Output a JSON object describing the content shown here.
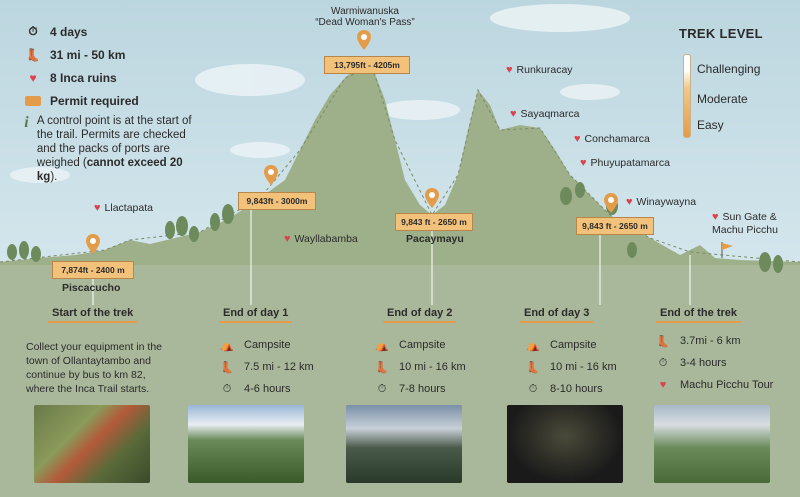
{
  "legend": {
    "days": "4 days",
    "distance": "31 mi - 50 km",
    "ruins": "8 Inca ruins",
    "permit": "Permit required",
    "note_text": "A control point is at the start of the trail. Permits are checked and the packs of ports are weighed (",
    "note_bold": "cannot exceed 20 kg",
    "note_end": ").",
    "note_icon": "i"
  },
  "trek_level": {
    "title": "TREK LEVEL",
    "levels": [
      "Challenging",
      "Moderate",
      "Easy"
    ]
  },
  "peak": {
    "name": "Warmiwanuska",
    "alias": "“Dead Woman's Pass”",
    "altitude": "13,795ft - 4205m"
  },
  "altitudes": {
    "piscacucho": "7,874ft - 2400 m",
    "wayllabamba": "9,843ft - 3000m",
    "pacaymayu": "9,843 ft - 2650 m",
    "winaywayna": "9,843 ft - 2650 m"
  },
  "places": {
    "llactapata": "Llactapata",
    "piscacucho": "Piscacucho",
    "wayllabamba": "Wayllabamba",
    "pacaymayu": "Pacaymayu",
    "runkuracay": "Runkuracay",
    "sayaqmarca": "Sayaqmarca",
    "conchamarca": "Conchamarca",
    "phuyupatamarca": "Phuyupatamarca",
    "winaywayna": "Winaywayna",
    "sungate_1": "Sun Gate &",
    "sungate_2": "Machu Picchu"
  },
  "sections": {
    "start": "Start of the trek",
    "day1": "End of day 1",
    "day2": "End of day 2",
    "day3": "End of day 3",
    "end": "End of the trek"
  },
  "intro": "Collect your equipment in the town of Ollantaytambo and continue by bus to km 82, where the Inca Trail starts.",
  "day1": {
    "camp": "Campsite",
    "dist": "7.5 mi - 12 km",
    "time": "4-6 hours"
  },
  "day2": {
    "camp": "Campsite",
    "dist": "10 mi - 16 km",
    "time": "7-8 hours"
  },
  "day3": {
    "camp": "Campsite",
    "dist": "10 mi - 16 km",
    "time": "8-10 hours"
  },
  "day4": {
    "dist": "3.7mi - 6 km",
    "time": "3-4 hours",
    "tour": "Machu Picchu Tour"
  },
  "colors": {
    "mountain": "#9db08a",
    "ground": "#a9b89a",
    "accent": "#e39c4a",
    "heart": "#d9434f",
    "banner": "#f2c27b"
  }
}
